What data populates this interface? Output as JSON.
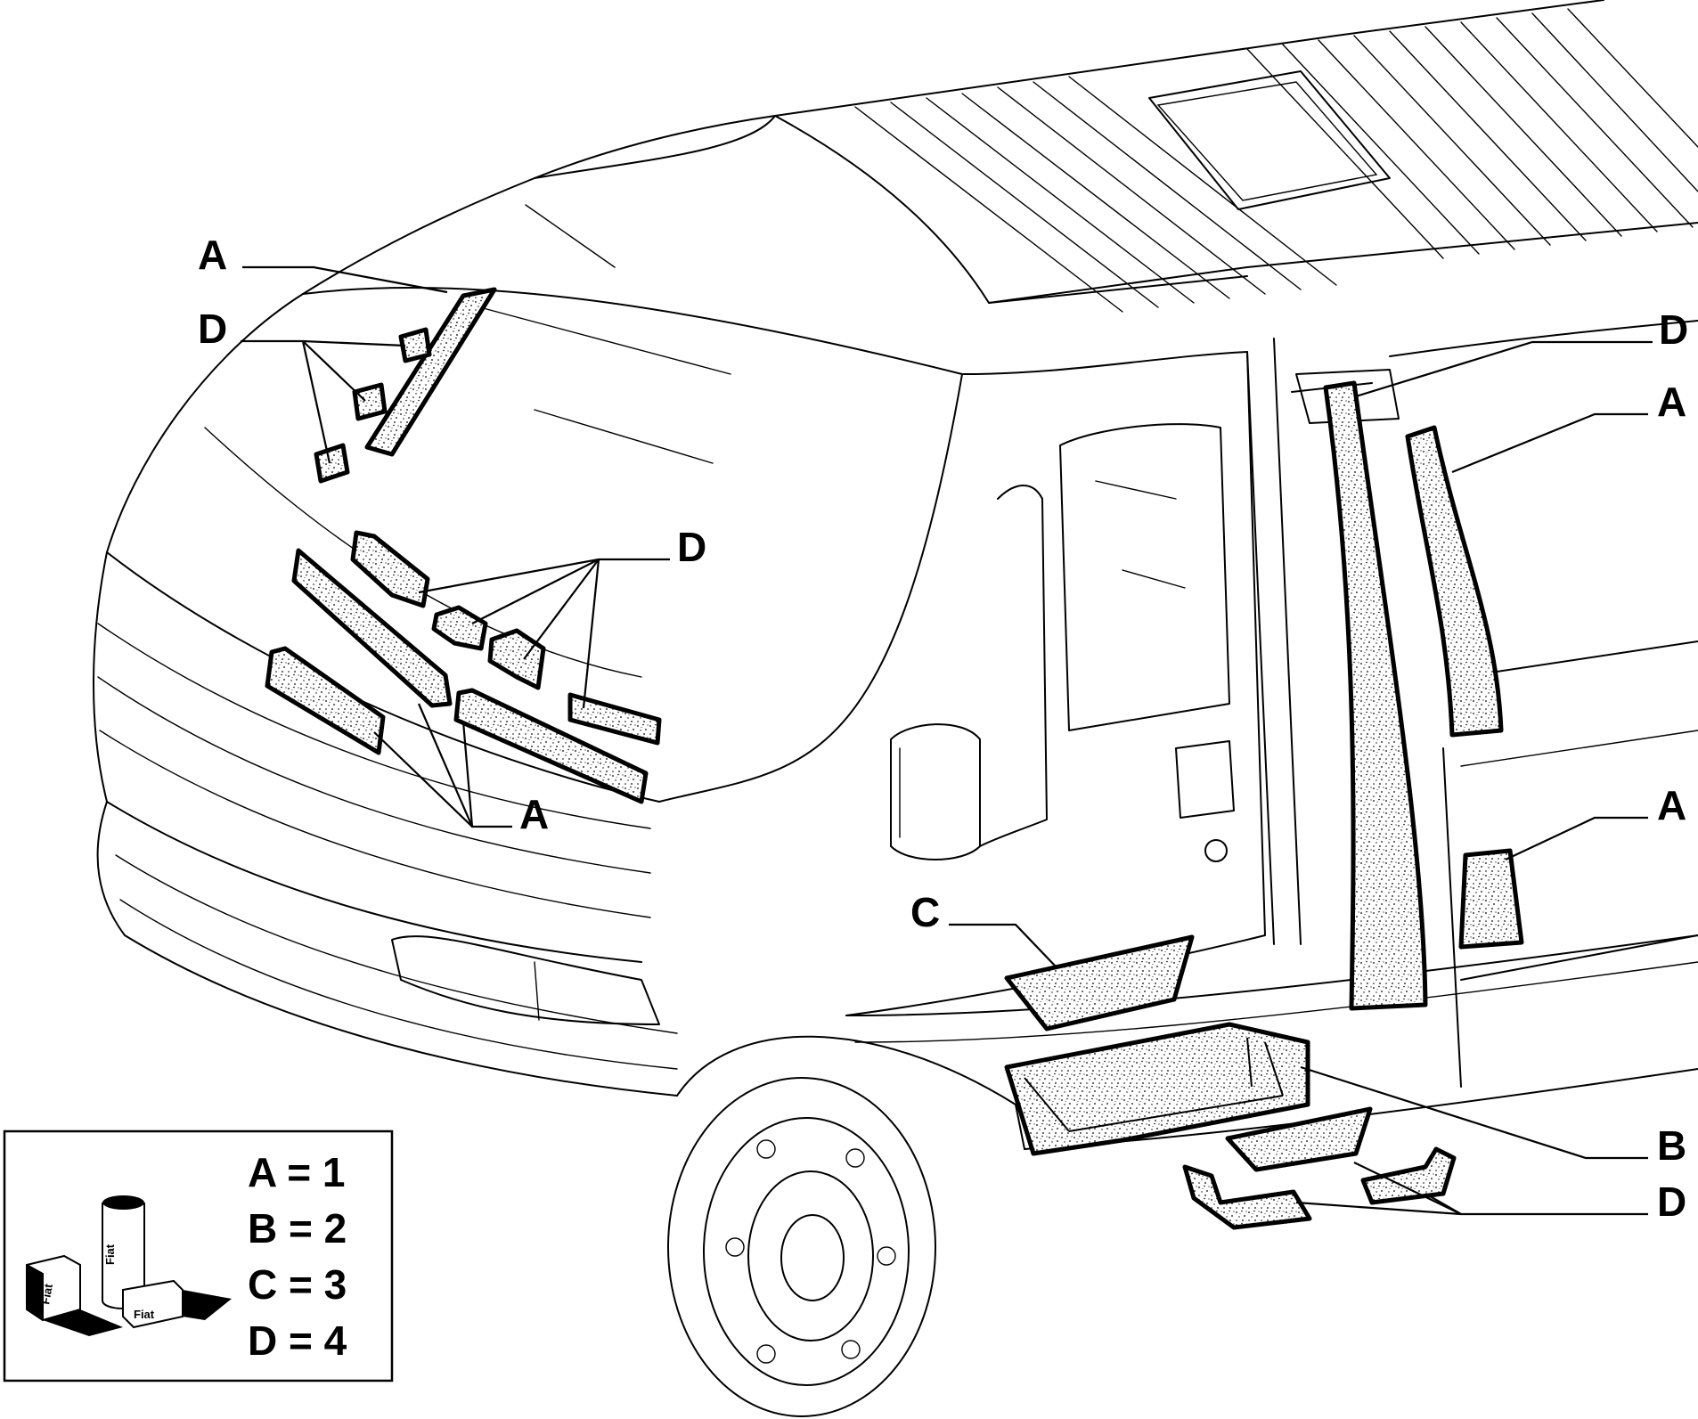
{
  "callouts": [
    {
      "id": "a-windshield-pillar",
      "letter": "A"
    },
    {
      "id": "d-windshield-pillar",
      "letter": "D"
    },
    {
      "id": "d-dashboard",
      "letter": "D"
    },
    {
      "id": "a-dashboard",
      "letter": "A"
    },
    {
      "id": "c-door-pocket",
      "letter": "C"
    },
    {
      "id": "d-rear-pillar",
      "letter": "D"
    },
    {
      "id": "a-rear-pillar",
      "letter": "A"
    },
    {
      "id": "a-side-panel",
      "letter": "A"
    },
    {
      "id": "b-step-well",
      "letter": "B"
    },
    {
      "id": "d-step-pieces",
      "letter": "D"
    }
  ],
  "legend": {
    "entries": [
      "A = 1",
      "B = 2",
      "C = 3",
      "D = 4"
    ],
    "product_labels": [
      "Fiat",
      "Fiat",
      "Fiat"
    ]
  }
}
